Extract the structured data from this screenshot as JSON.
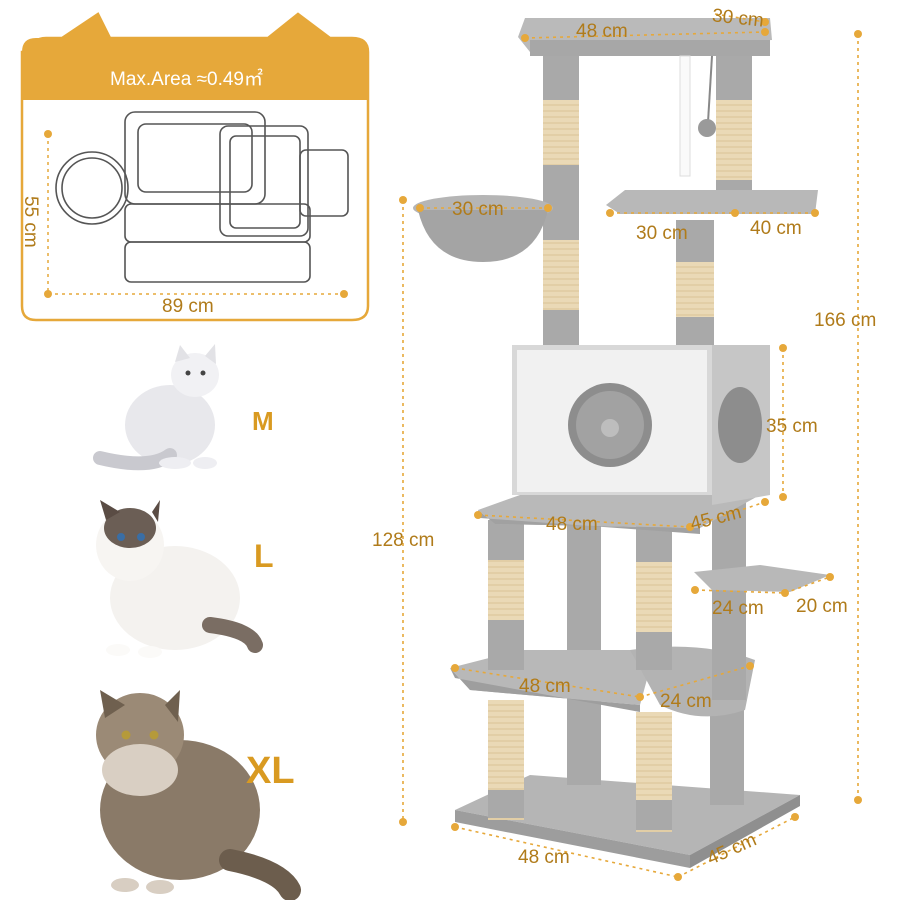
{
  "footprint": {
    "title": "Max.Area ≈0.49㎡",
    "width_label": "89 cm",
    "depth_label": "55 cm"
  },
  "cat_sizes": [
    {
      "label": "M",
      "icon": "white-cat-photo"
    },
    {
      "label": "L",
      "icon": "ragdoll-cat-photo"
    },
    {
      "label": "XL",
      "icon": "maine-coon-cat-photo"
    }
  ],
  "dimensions": {
    "top_width": "48 cm",
    "top_depth": "30 cm",
    "basket": "30 cm",
    "platform_width": "30 cm",
    "platform_depth": "40 cm",
    "total_height": "166 cm",
    "condo_height": "35 cm",
    "mid_height": "128 cm",
    "condo_platform_width": "48 cm",
    "condo_platform_depth": "45 cm",
    "step_width": "24 cm",
    "step_depth": "20 cm",
    "lower_width": "48 cm",
    "lower_depth": "24 cm",
    "base_width": "48 cm",
    "base_depth": "45 cm"
  },
  "colors": {
    "accent": "#e6a83a",
    "accent_text": "#b07b1a",
    "plush": "#a9a9a9",
    "sisal": "#e9d8b4",
    "condo_panel": "#ececec"
  }
}
